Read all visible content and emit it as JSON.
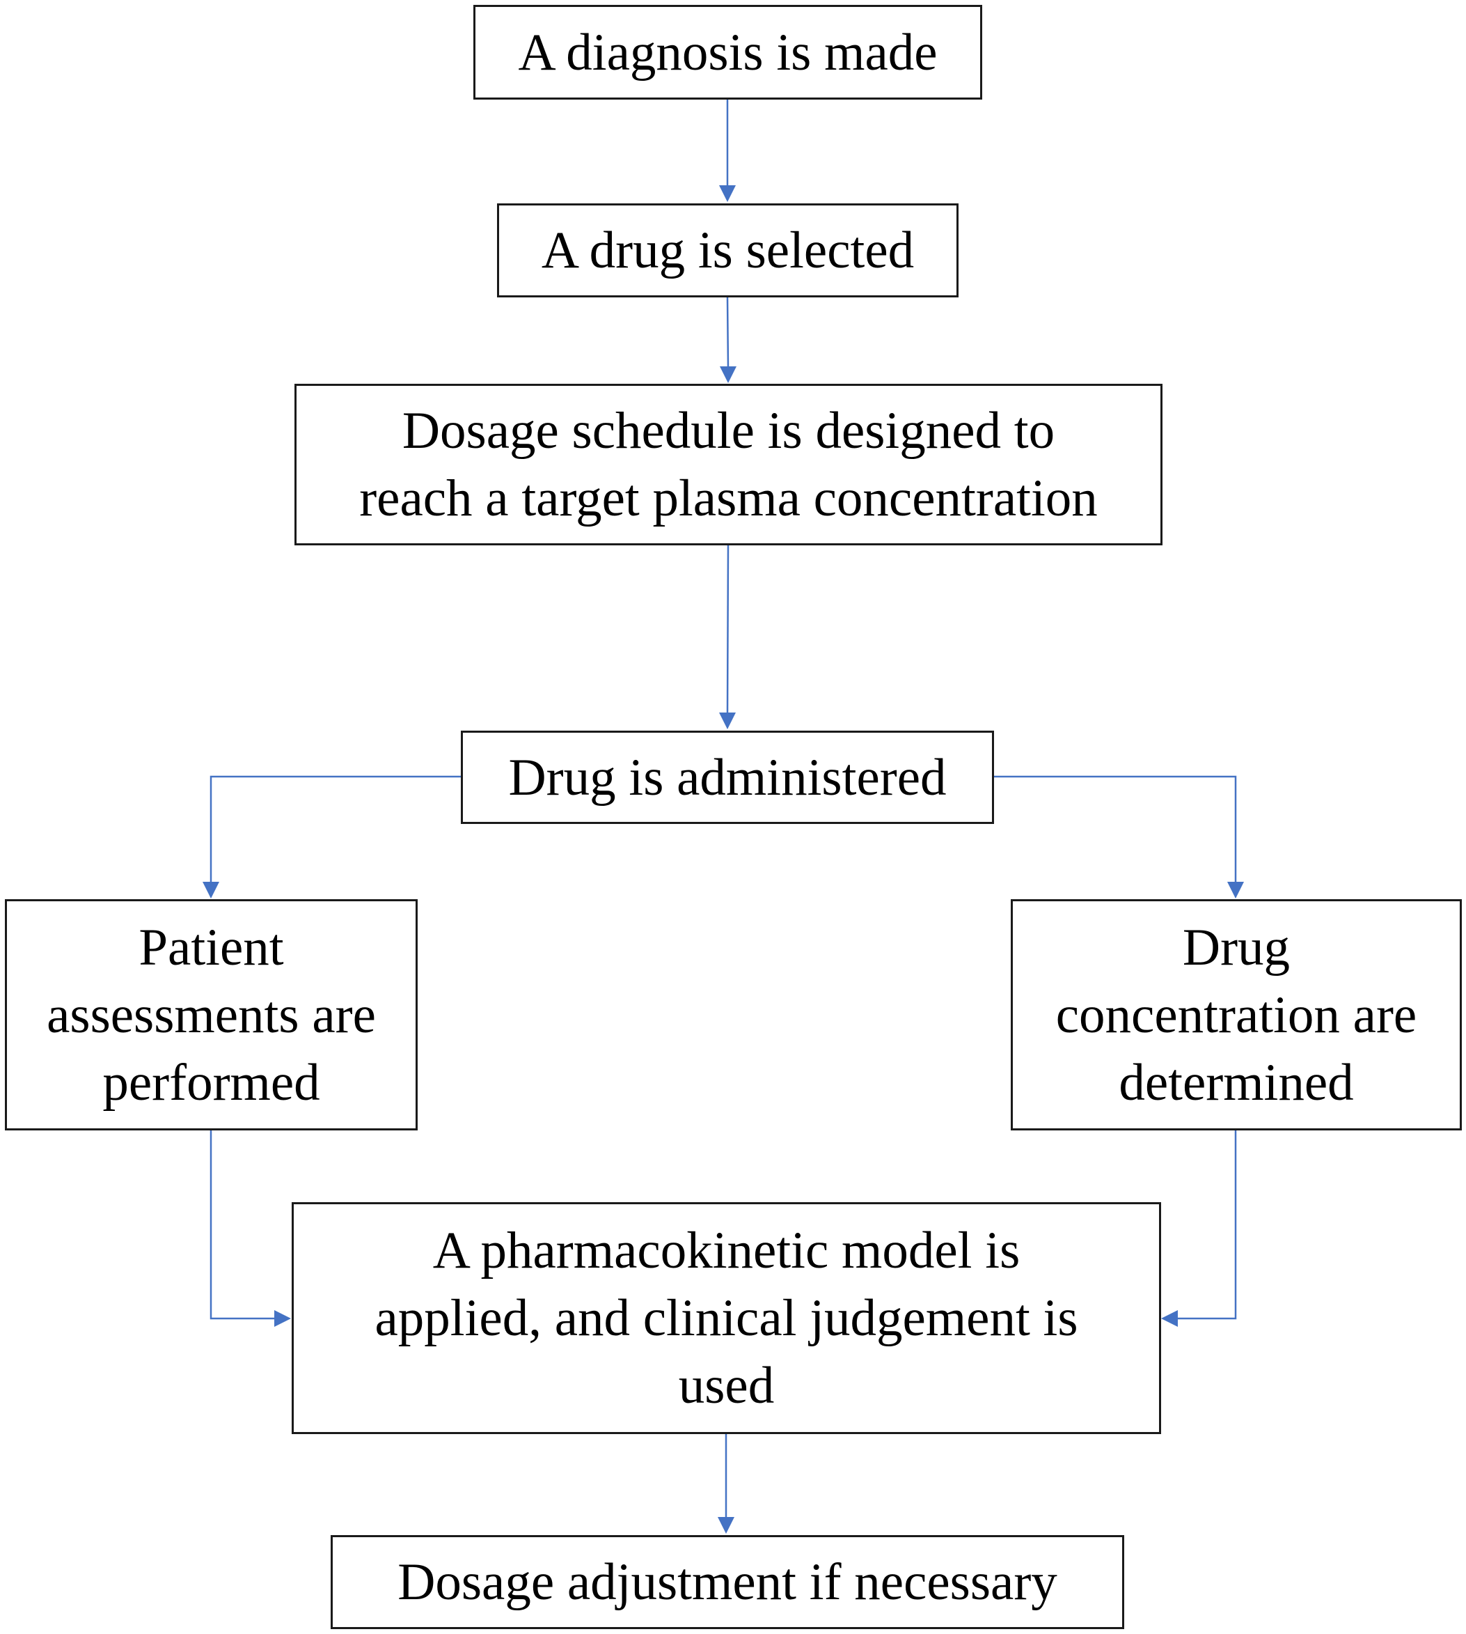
{
  "diagram": {
    "connector_color": "#4472C4",
    "box_border_color": "#1a1a1a",
    "nodes": {
      "diagnosis": "A diagnosis is made",
      "drug_selected": "A drug is selected",
      "dosage_schedule": "Dosage schedule is designed to\nreach a target plasma concentration",
      "drug_administered": "Drug is administered",
      "patient_assessments": "Patient\nassessments are\nperformed",
      "drug_concentration": "Drug\nconcentration are\ndetermined",
      "pk_model": "A pharmacokinetic model is\napplied, and clinical judgement is\nused",
      "dosage_adjustment": "Dosage adjustment if necessary"
    },
    "edges": [
      {
        "from": "diagnosis",
        "to": "drug_selected"
      },
      {
        "from": "drug_selected",
        "to": "dosage_schedule"
      },
      {
        "from": "dosage_schedule",
        "to": "drug_administered"
      },
      {
        "from": "drug_administered",
        "to": "patient_assessments"
      },
      {
        "from": "drug_administered",
        "to": "drug_concentration"
      },
      {
        "from": "patient_assessments",
        "to": "pk_model"
      },
      {
        "from": "drug_concentration",
        "to": "pk_model"
      },
      {
        "from": "pk_model",
        "to": "dosage_adjustment"
      }
    ]
  }
}
